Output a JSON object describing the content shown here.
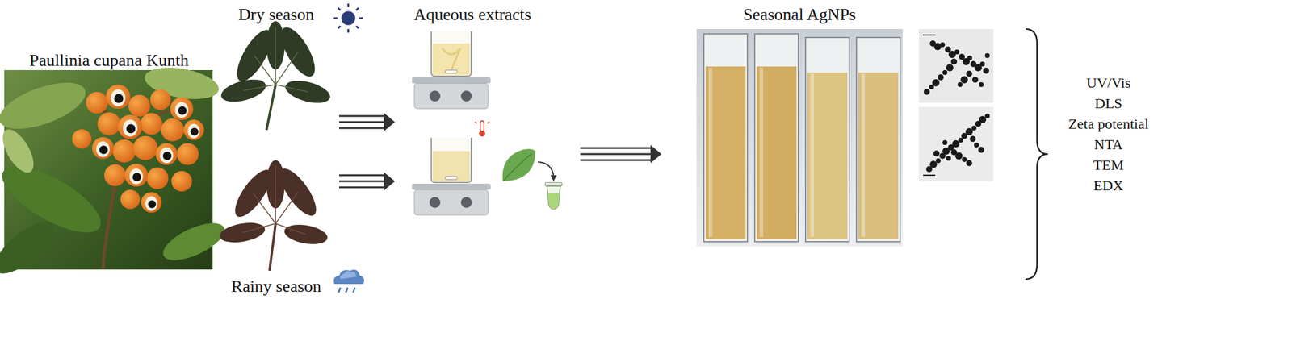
{
  "diagram": {
    "nodes": [
      {
        "text": [
          "Paullinia cupana Kunth"
        ]
      },
      {
        "text": [
          "Dry season"
        ]
      },
      {
        "text": [
          "Rainy season"
        ]
      },
      {
        "text": [
          "Aqueous extracts"
        ]
      },
      {
        "text": [
          "Seasonal AgNPs"
        ]
      }
    ],
    "edges": [
      {
        "from": 1,
        "to": 3,
        "arrow": "to"
      },
      {
        "from": 2,
        "to": 3,
        "arrow": "to"
      },
      {
        "from": 3,
        "to": 4,
        "arrow": "to"
      }
    ],
    "labels": [
      "UV/Vis",
      "DLS",
      "Zeta potential",
      "NTA",
      "TEM",
      "EDX"
    ]
  }
}
